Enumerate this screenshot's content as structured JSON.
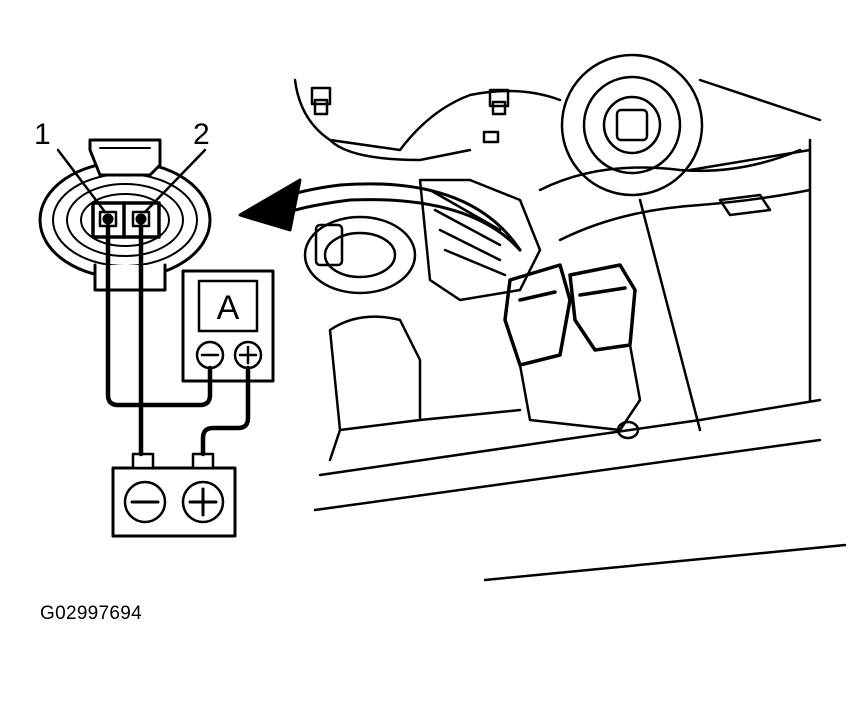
{
  "figure": {
    "pin_labels": [
      "1",
      "2"
    ],
    "ammeter": {
      "symbol": "A",
      "terminals": [
        "−",
        "+"
      ]
    },
    "battery": {
      "terminals": [
        "−",
        "+"
      ]
    },
    "caption": "G02997694"
  },
  "colors": {
    "line": "#000000",
    "background": "#ffffff"
  }
}
